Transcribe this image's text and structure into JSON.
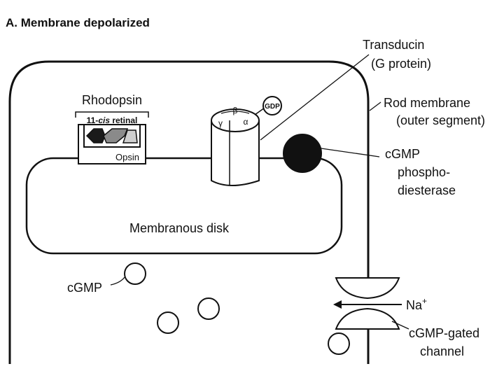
{
  "title": "A. Membrane depolarized",
  "labels": {
    "transducin_line1": "Transducin",
    "transducin_line2": "(G protein)",
    "rod_membrane_line1": "Rod membrane",
    "rod_membrane_line2": "(outer segment)",
    "rhodopsin": "Rhodopsin",
    "retinal_cis": "cis",
    "retinal_prefix": "11-",
    "retinal_suffix": " retinal",
    "opsin": "Opsin",
    "beta": "β",
    "gamma": "γ",
    "alpha": "α",
    "gdp": "GDP",
    "pde_line1": "cGMP",
    "pde_line2": "phospho-",
    "pde_line3": "diesterase",
    "membranous_disk": "Membranous disk",
    "cgmp": "cGMP",
    "na_base": "Na",
    "na_sup": "+",
    "channel_line1": "cGMP-gated",
    "channel_line2": "channel"
  }
}
